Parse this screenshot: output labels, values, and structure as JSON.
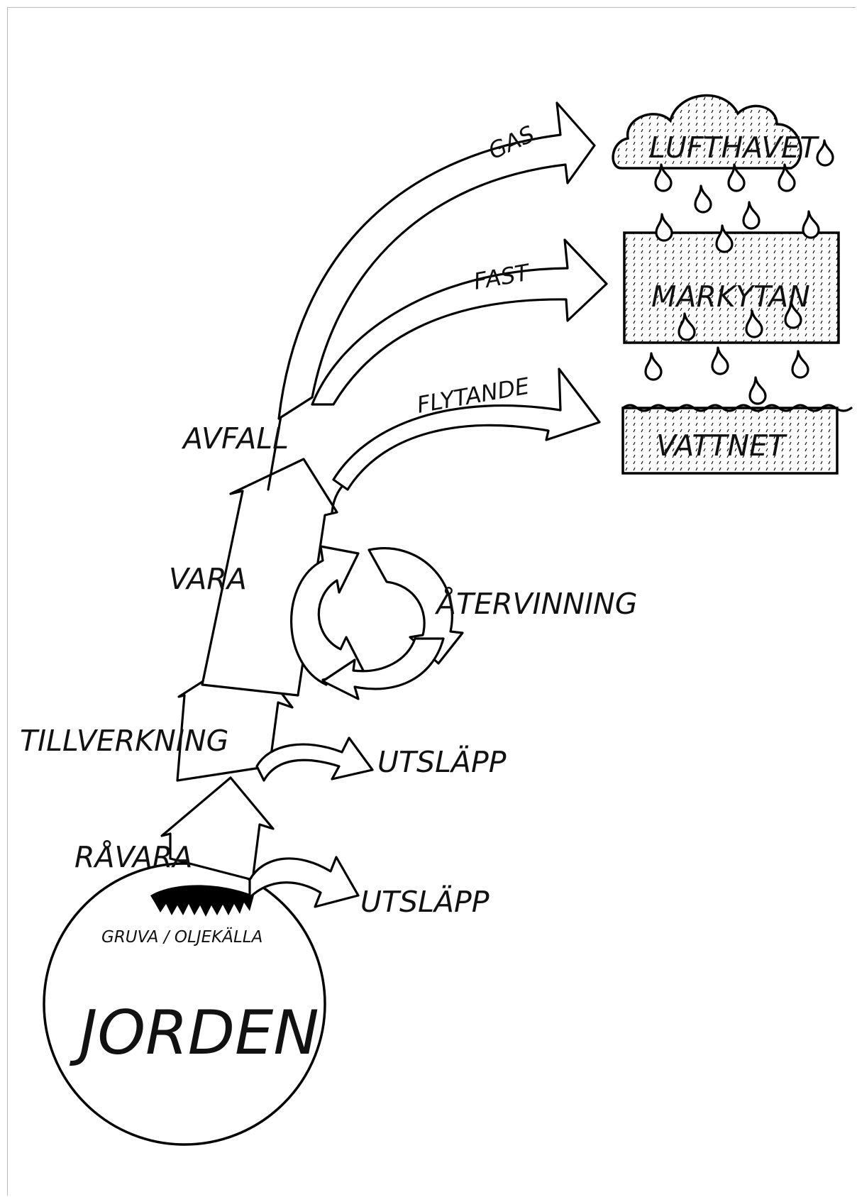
{
  "diagram": {
    "earth_label": "JORDEN",
    "source_label": "GRUVA / OLJEKÄLLA",
    "stages": [
      "RÅVARA",
      "TILLVERKNING",
      "VARA",
      "AVFALL"
    ],
    "emissions": [
      "UTSLÄPP",
      "UTSLÄPP"
    ],
    "recycling_label": "ÅTERVINNING",
    "waste_streams": [
      "GAS",
      "FAST",
      "FLYTANDE"
    ],
    "recipients": [
      "LUFTHAVET",
      "MARKYTAN",
      "VATTNET"
    ]
  },
  "colors": {
    "ink": "#000000",
    "paper": "#ffffff",
    "frame": "#bbbbbb"
  }
}
